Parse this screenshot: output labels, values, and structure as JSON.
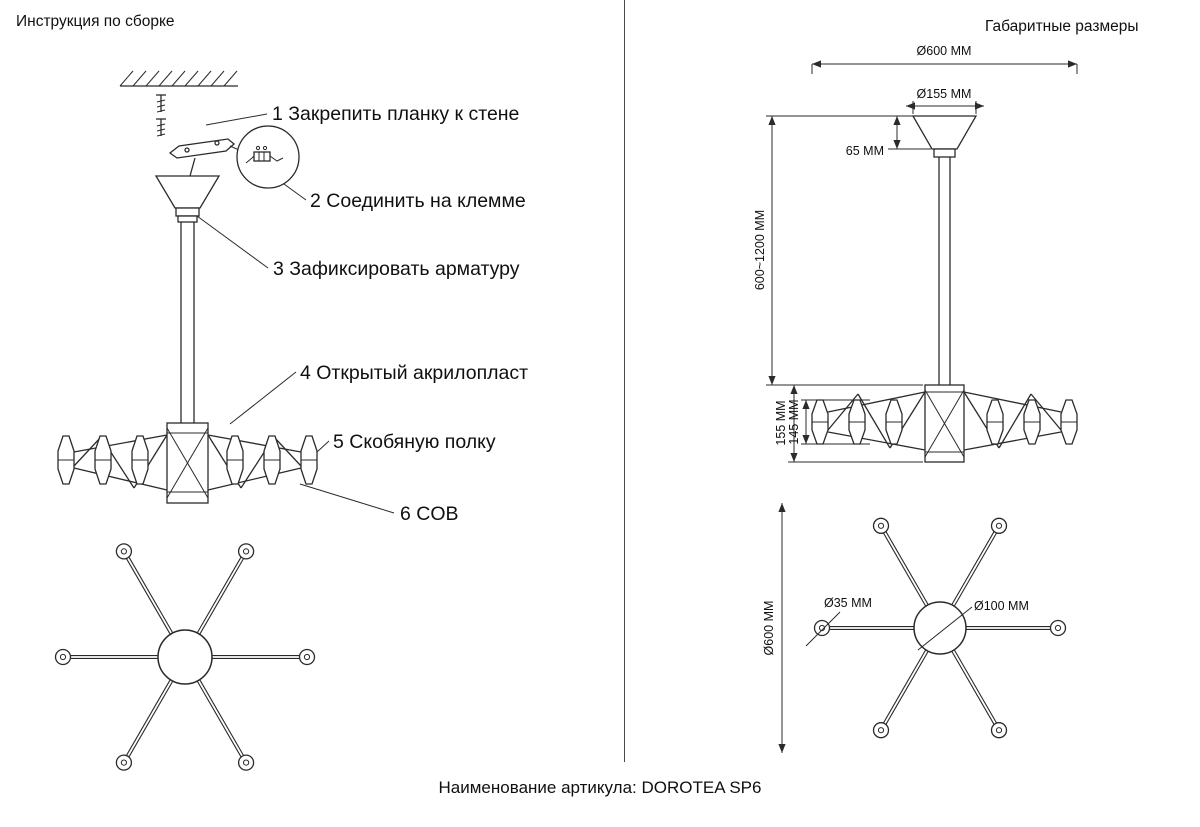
{
  "header": {
    "left_title": "Инструкция по сборке",
    "right_title": "Габаритные размеры"
  },
  "assembly": {
    "steps": [
      {
        "label": "1 Закрепить планку к стене"
      },
      {
        "label": "2 Соединить на клемме"
      },
      {
        "label": "3 Зафиксировать арматуру"
      },
      {
        "label": "4 Открытый акрилопласт"
      },
      {
        "label": "5 Скобяную полку"
      },
      {
        "label": "6 COB"
      }
    ]
  },
  "dimensions": {
    "overall_width": "Ø600 MM",
    "canopy_diameter": "Ø155 MM",
    "canopy_height": "65 MM",
    "suspension_height": "600~1200 MM",
    "body_height_outer": "155 MM",
    "body_height_inner": "145 MM",
    "plan_diameter": "Ø600 MM",
    "tube_diameter": "Ø35 MM",
    "hub_diameter": "Ø100 MM"
  },
  "footer": {
    "article_label": "Наименование артикула: DOROTEA SP6"
  }
}
